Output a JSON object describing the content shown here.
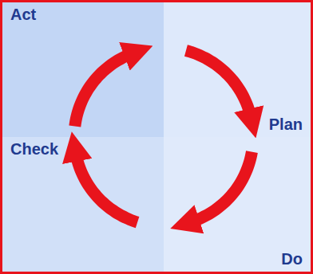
{
  "diagram": {
    "nodes": [
      {
        "text": [
          "Act"
        ]
      },
      {
        "text": [
          "Plan"
        ]
      },
      {
        "text": [
          "Check"
        ]
      },
      {
        "text": [
          "Do"
        ]
      }
    ],
    "edges": [
      {
        "from": 1,
        "to": 3,
        "arrow": "to"
      },
      {
        "from": 3,
        "to": 2,
        "arrow": "to"
      },
      {
        "from": 2,
        "to": 0,
        "arrow": "to"
      },
      {
        "from": 0,
        "to": 1,
        "arrow": "to"
      }
    ]
  }
}
